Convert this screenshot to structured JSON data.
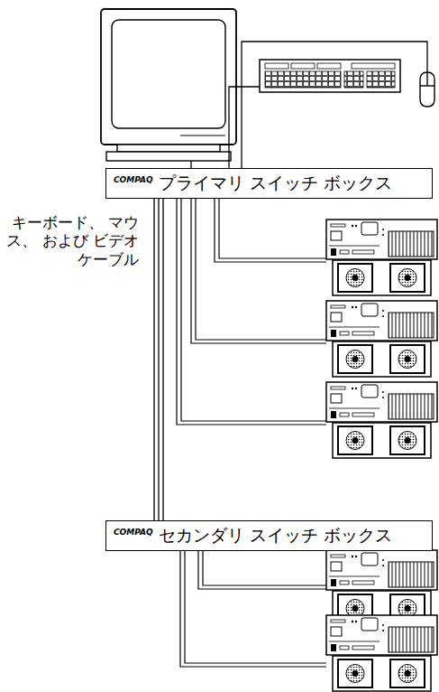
{
  "diagram": {
    "nodes": [
      {
        "text": [
          "COMPAQ",
          "プライマリ スイッチ ボックス"
        ]
      },
      {
        "text": [
          "COMPAQ",
          "セカンダリ スイッチ ボックス"
        ]
      }
    ],
    "edges": [
      {
        "from": 0,
        "to": 1,
        "arrow": "none"
      }
    ],
    "labels": [
      "キーボード、 マウス、 および ビデオ ケーブル"
    ]
  }
}
